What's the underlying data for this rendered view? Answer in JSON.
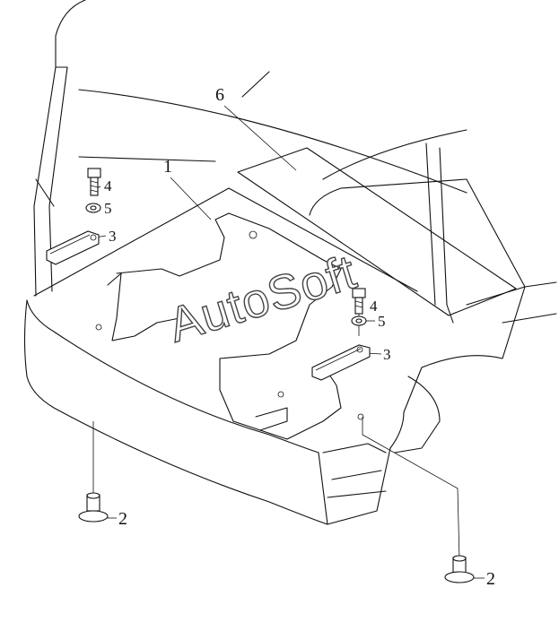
{
  "watermark": "AutoSoft",
  "callouts": {
    "c1": "1",
    "c2_left": "2",
    "c2_right": "2",
    "c3_left": "3",
    "c3_right": "3",
    "c4_left": "4",
    "c4_right": "4",
    "c5_left": "5",
    "c5_right": "5",
    "c6": "6"
  }
}
